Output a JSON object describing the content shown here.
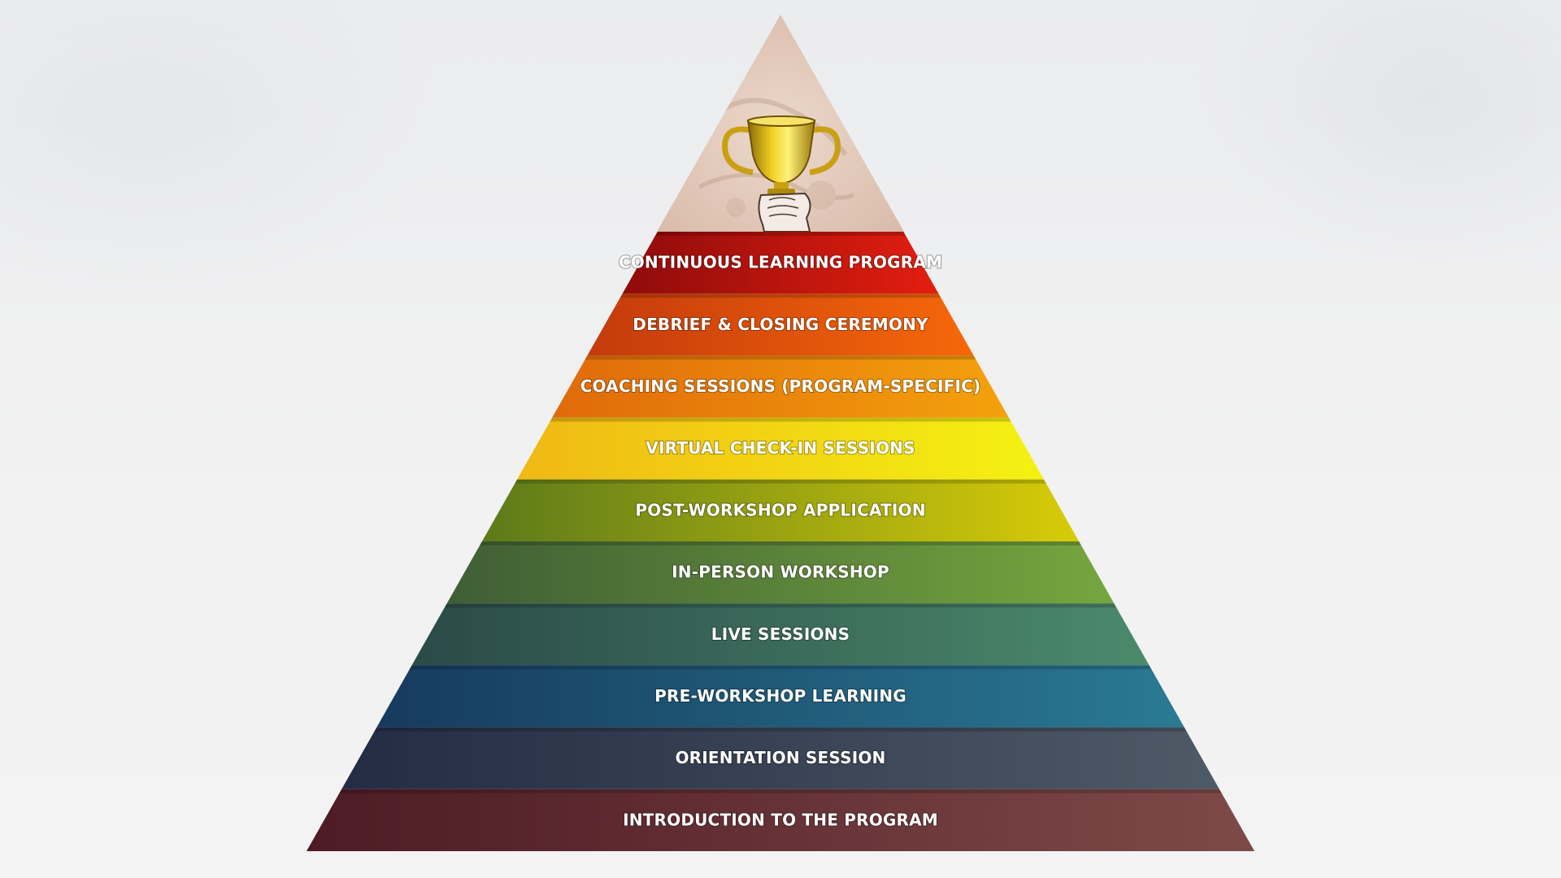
{
  "diagram": {
    "type": "pyramid",
    "apex_icon": "trophy-in-hand-icon",
    "levels": [
      {
        "label": "CONTINUOUS LEARNING PROGRAM",
        "color_left": "#8e0b0b",
        "color_right": "#e41e10"
      },
      {
        "label": "DEBRIEF & CLOSING CEREMONY",
        "color_left": "#c43a0c",
        "color_right": "#f7680a"
      },
      {
        "label": "COACHING SESSIONS (PROGRAM-SPECIFIC)",
        "color_left": "#e06a0a",
        "color_right": "#f4a10c"
      },
      {
        "label": "VIRTUAL CHECK-IN SESSIONS",
        "color_left": "#f0b814",
        "color_right": "#f4f212"
      },
      {
        "label": "POST-WORKSHOP APPLICATION",
        "color_left": "#5c7a1a",
        "color_right": "#d8cc08"
      },
      {
        "label": "IN-PERSON WORKSHOP",
        "color_left": "#3f5e35",
        "color_right": "#76a63e"
      },
      {
        "label": "LIVE SESSIONS",
        "color_left": "#2a4a48",
        "color_right": "#4b8a6c"
      },
      {
        "label": "PRE-WORKSHOP LEARNING",
        "color_left": "#163a5e",
        "color_right": "#2a7a94"
      },
      {
        "label": "ORIENTATION SESSION",
        "color_left": "#222c44",
        "color_right": "#4e5a66"
      },
      {
        "label": "INTRODUCTION TO THE PROGRAM",
        "color_left": "#4e1a24",
        "color_right": "#7e4a48"
      }
    ]
  }
}
